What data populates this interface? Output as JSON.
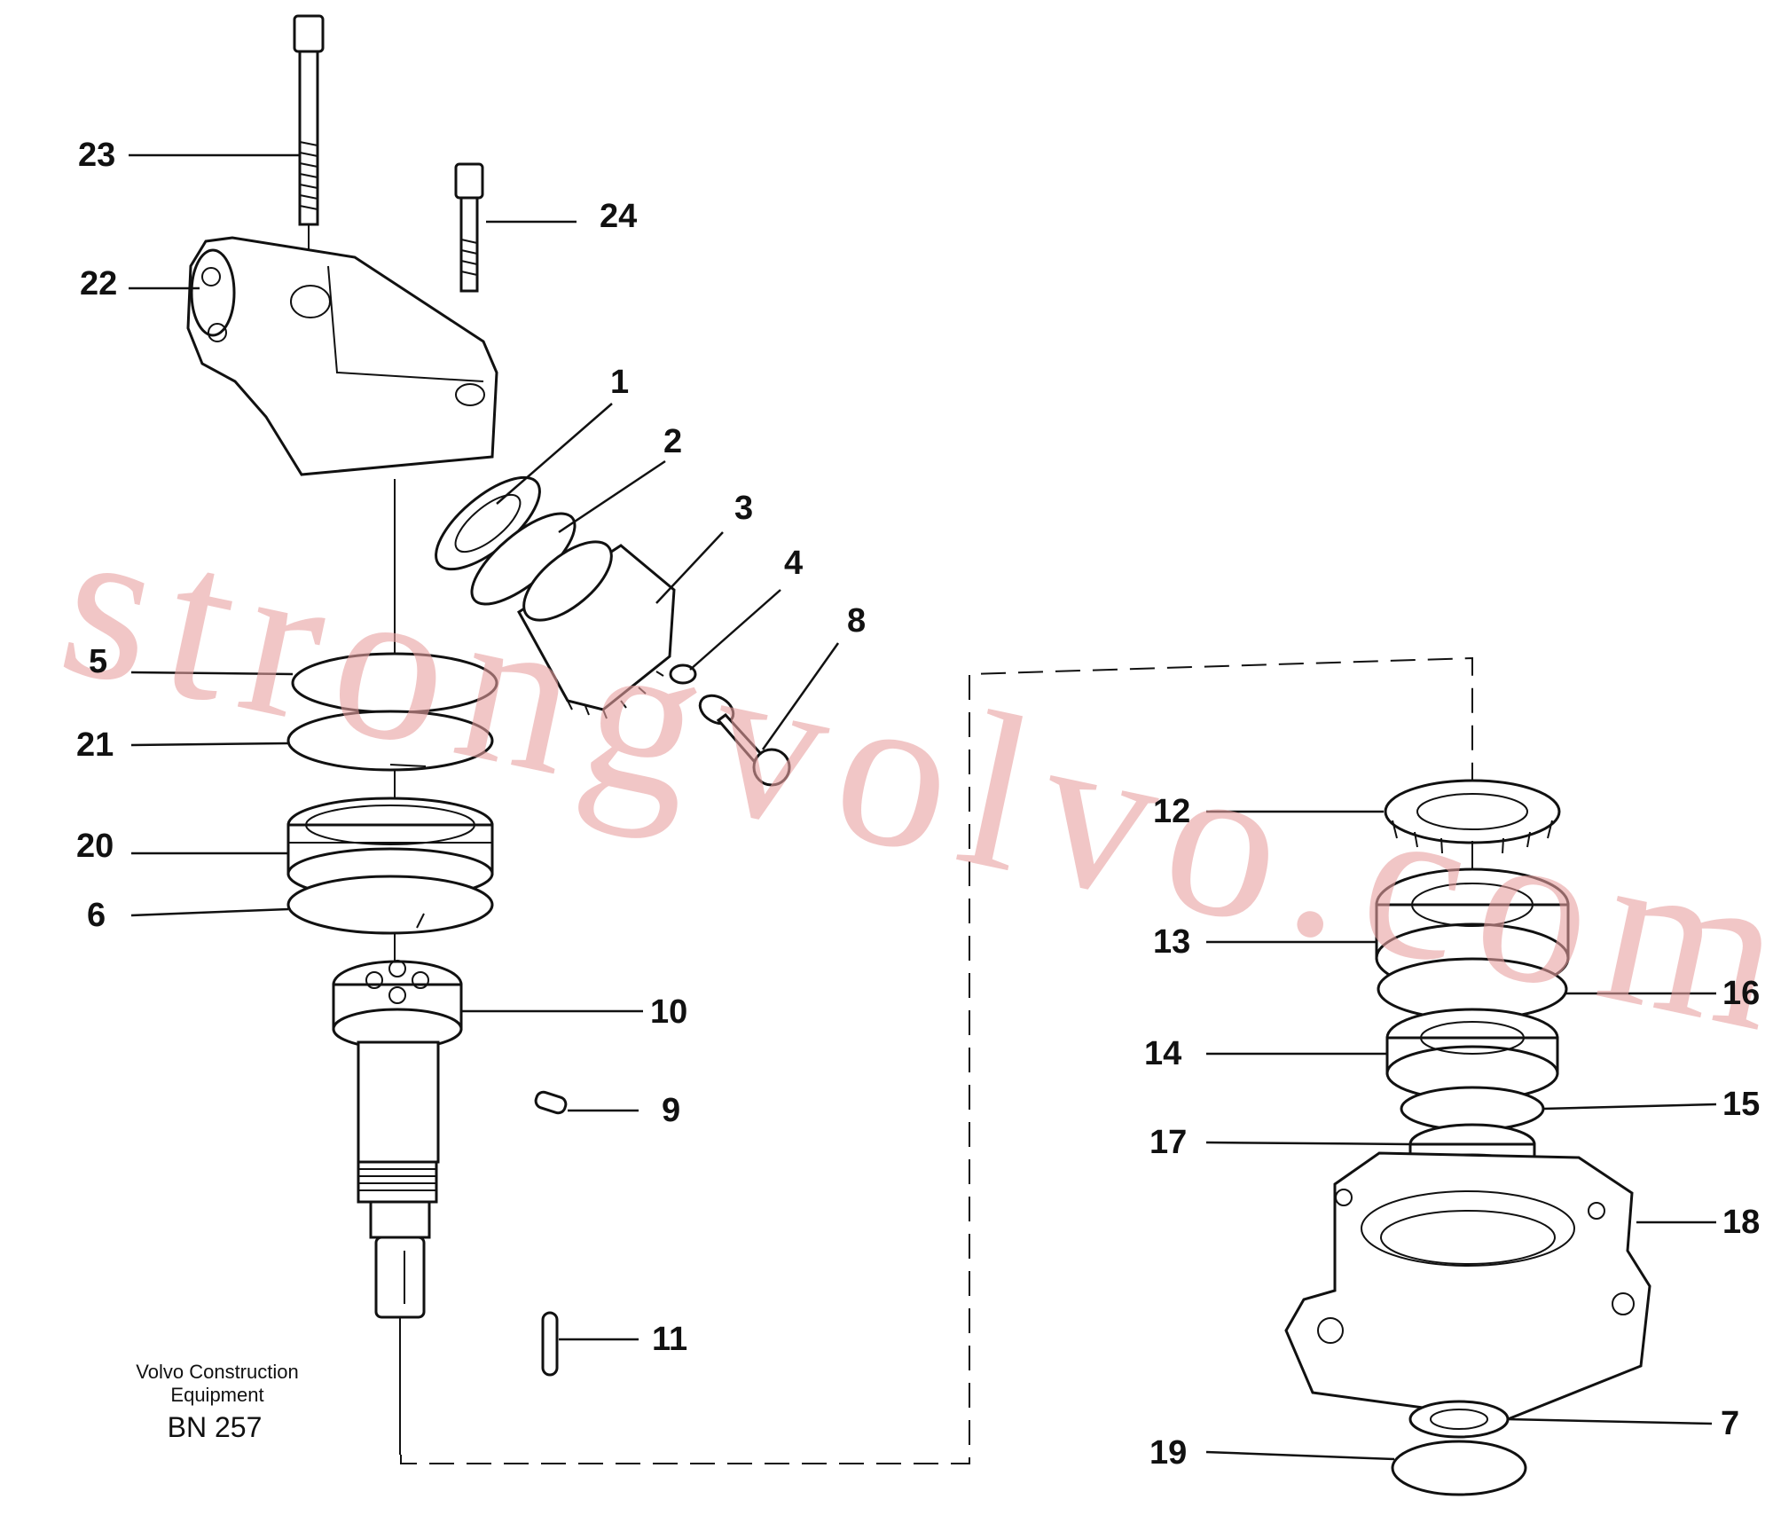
{
  "callouts": {
    "c1": "1",
    "c2": "2",
    "c3": "3",
    "c4": "4",
    "c5": "5",
    "c6": "6",
    "c7": "7",
    "c8": "8",
    "c9": "9",
    "c10": "10",
    "c11": "11",
    "c12": "12",
    "c13": "13",
    "c14": "14",
    "c15": "15",
    "c16": "16",
    "c17": "17",
    "c18": "18",
    "c19": "19",
    "c20": "20",
    "c21": "21",
    "c22": "22",
    "c23": "23",
    "c24": "24"
  },
  "caption": {
    "line1": "Volvo Construction",
    "line2": "Equipment",
    "code": "BN 257"
  },
  "watermark": "strongvolvo.com"
}
